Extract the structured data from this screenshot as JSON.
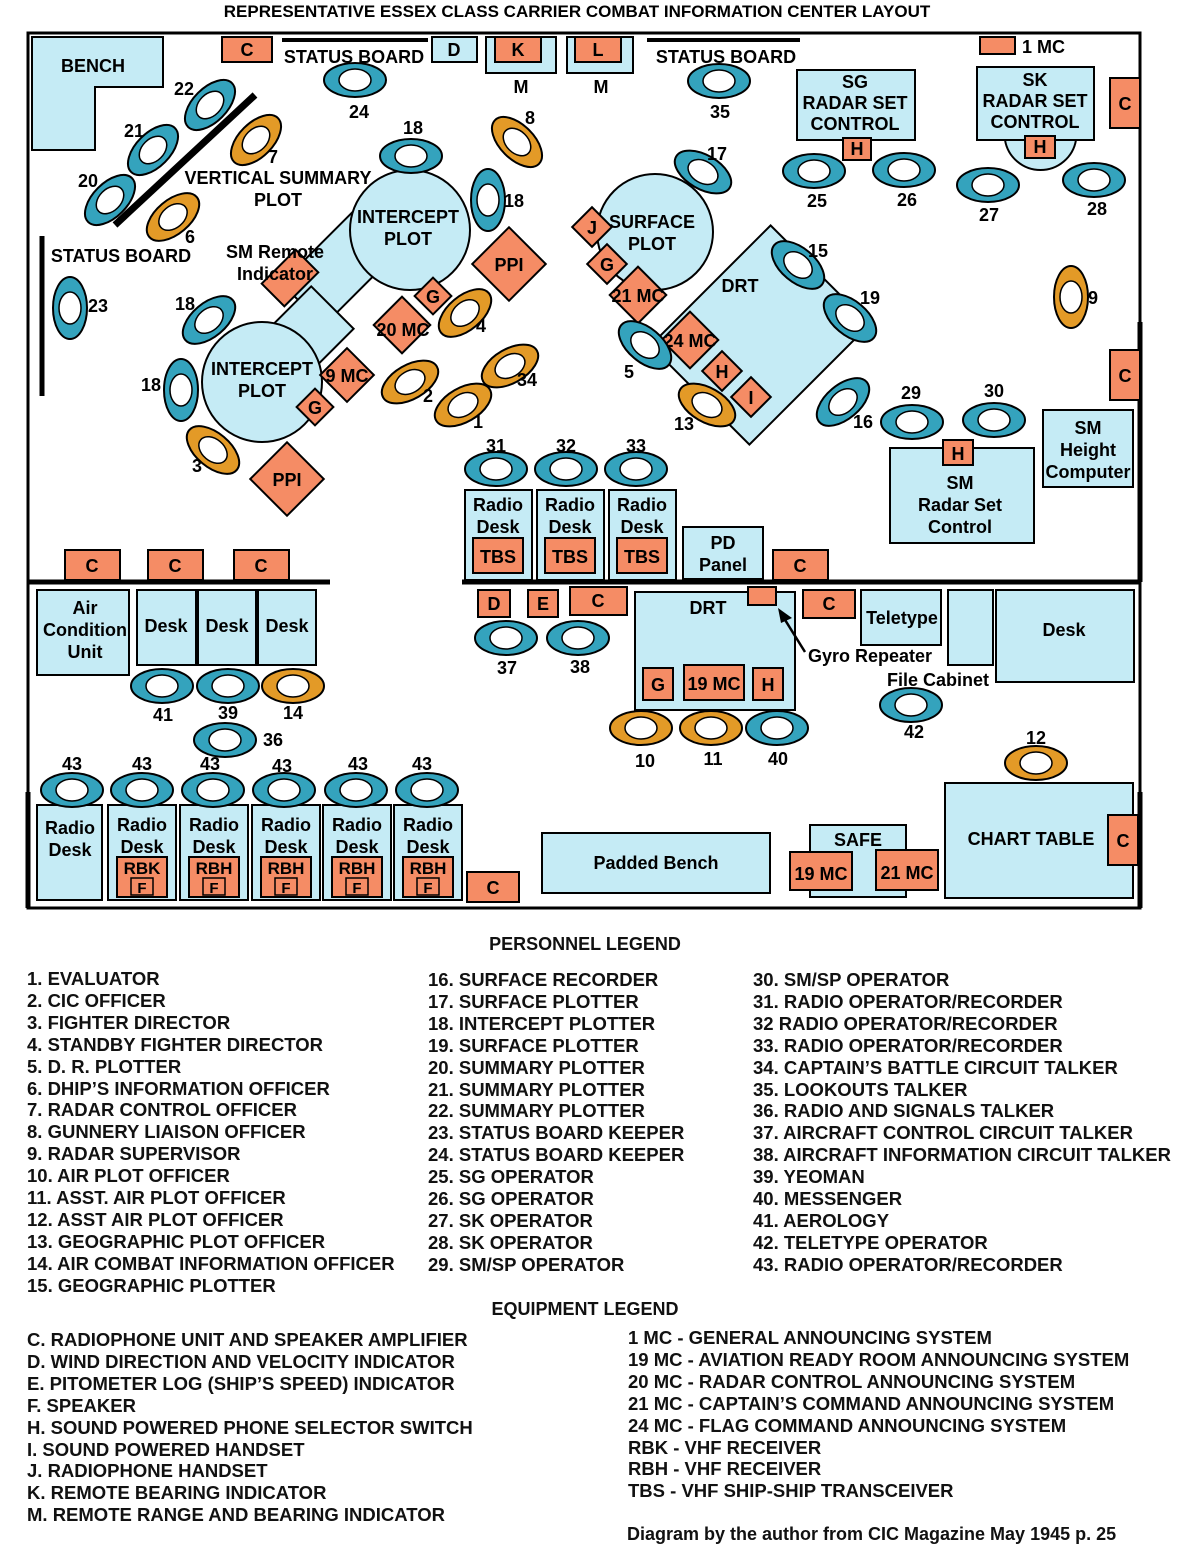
{
  "title": "REPRESENTATIVE ESSEX CLASS CARRIER COMBAT INFORMATION CENTER LAYOUT",
  "colors": {
    "background": "#ffffff",
    "room_fill": "#eaf7fb",
    "equipment": "#c5ebf5",
    "component": "#f58c65",
    "station_blue": "#34a3bd",
    "station_orange": "#e39a27",
    "outline": "#000000"
  },
  "labels": {
    "bench": "BENCH",
    "status_board": "STATUS BOARD",
    "vertical_summary_plot": [
      "VERTICAL SUMMARY",
      "PLOT"
    ],
    "sm_remote_indicator": [
      "SM Remote",
      "Indicator"
    ],
    "intercept_plot": [
      "INTERCEPT",
      "PLOT"
    ],
    "surface_plot": [
      "SURFACE",
      "PLOT"
    ],
    "drt": "DRT",
    "ppi": "PPI",
    "sg_radar_set_control": [
      "SG",
      "RADAR SET",
      "CONTROL"
    ],
    "sk_radar_set_control": [
      "SK",
      "RADAR SET",
      "CONTROL"
    ],
    "sm_radar_set_control": [
      "SM",
      "Radar Set",
      "Control"
    ],
    "sm_height_computer": [
      "SM",
      "Height",
      "Computer"
    ],
    "radio_desk": [
      "Radio",
      "Desk"
    ],
    "tbs": "TBS",
    "pd_panel": [
      "PD",
      "Panel"
    ],
    "air_condition_unit": [
      "Air",
      "Condition",
      "Unit"
    ],
    "desk": "Desk",
    "teletype": "Teletype",
    "gyro_repeater": "Gyro Repeater",
    "file_cabinet": "File Cabinet",
    "padded_bench": "Padded Bench",
    "safe": "SAFE",
    "chart_table": "CHART TABLE",
    "m": "M",
    "letters": {
      "c": "C",
      "d": "D",
      "e": "E",
      "f": "F",
      "g": "G",
      "h": "H",
      "i": "I",
      "j": "J",
      "k": "K",
      "l": "L"
    },
    "mc": {
      "mc1": "1 MC",
      "mc9": "9 MC",
      "mc19": "19 MC",
      "mc20": "20 MC",
      "mc21": "21 MC",
      "mc24": "24 MC"
    },
    "rbk": "RBK",
    "rbh": "RBH"
  },
  "station_numbers": [
    "1",
    "2",
    "3",
    "4",
    "5",
    "6",
    "7",
    "8",
    "9",
    "10",
    "11",
    "12",
    "13",
    "14",
    "15",
    "16",
    "17",
    "18",
    "19",
    "20",
    "21",
    "22",
    "23",
    "24",
    "25",
    "26",
    "27",
    "28",
    "29",
    "30",
    "31",
    "32",
    "33",
    "34",
    "35",
    "36",
    "37",
    "38",
    "39",
    "40",
    "41",
    "42",
    "43"
  ],
  "personnel_legend": {
    "title": "PERSONNEL LEGEND",
    "columns": [
      [
        "1. EVALUATOR",
        "2. CIC OFFICER",
        "3. FIGHTER DIRECTOR",
        "4. STANDBY FIGHTER DIRECTOR",
        "5. D. R. PLOTTER",
        "6. DHIP’S INFORMATION OFFICER",
        "7. RADAR CONTROL OFFICER",
        "8. GUNNERY LIAISON OFFICER",
        "9. RADAR SUPERVISOR",
        "10. AIR PLOT OFFICER",
        "11. ASST. AIR PLOT OFFICER",
        "12. ASST AIR PLOT OFFICER",
        "13. GEOGRAPHIC PLOT OFFICER",
        "14. AIR COMBAT INFORMATION OFFICER",
        "15. GEOGRAPHIC PLOTTER"
      ],
      [
        "16. SURFACE RECORDER",
        "17. SURFACE PLOTTER",
        "18. INTERCEPT PLOTTER",
        "19. SURFACE PLOTTER",
        "20. SUMMARY PLOTTER",
        "21. SUMMARY PLOTTER",
        "22. SUMMARY PLOTTER",
        "23. STATUS BOARD KEEPER",
        "24. STATUS BOARD KEEPER",
        "25. SG OPERATOR",
        "26. SG OPERATOR",
        "27. SK OPERATOR",
        "28. SK OPERATOR",
        "29. SM/SP OPERATOR"
      ],
      [
        "30. SM/SP OPERATOR",
        "31. RADIO OPERATOR/RECORDER",
        "32 RADIO OPERATOR/RECORDER",
        "33. RADIO OPERATOR/RECORDER",
        "34. CAPTAIN’S BATTLE CIRCUIT TALKER",
        "35. LOOKOUTS TALKER",
        "36. RADIO AND SIGNALS TALKER",
        "37. AIRCRAFT CONTROL CIRCUIT TALKER",
        "38. AIRCRAFT INFORMATION CIRCUIT TALKER",
        "39. YEOMAN",
        "40. MESSENGER",
        "41. AEROLOGY",
        "42. TELETYPE OPERATOR",
        "43. RADIO OPERATOR/RECORDER"
      ]
    ]
  },
  "equipment_legend": {
    "title": "EQUIPMENT LEGEND",
    "columns": [
      [
        "C. RADIOPHONE UNIT AND SPEAKER AMPLIFIER",
        "D. WIND DIRECTION AND VELOCITY INDICATOR",
        "E. PITOMETER LOG (SHIP’S SPEED) INDICATOR",
        "F. SPEAKER",
        "H. SOUND POWERED PHONE SELECTOR SWITCH",
        "I. SOUND POWERED HANDSET",
        "J. RADIOPHONE HANDSET",
        "K. REMOTE BEARING INDICATOR",
        "M. REMOTE RANGE AND BEARING INDICATOR"
      ],
      [
        "1 MC - GENERAL ANNOUNCING SYSTEM",
        "19 MC - AVIATION READY ROOM ANNOUNCING SYSTEM",
        "20 MC - RADAR CONTROL ANNOUNCING SYSTEM",
        "21 MC - CAPTAIN’S COMMAND ANNOUNCING SYSTEM",
        "24 MC - FLAG COMMAND ANNOUNCING SYSTEM",
        "RBK - VHF RECEIVER",
        "RBH - VHF RECEIVER",
        "TBS - VHF SHIP-SHIP TRANSCEIVER"
      ]
    ]
  },
  "credit": "Diagram by the author from CIC Magazine May 1945 p. 25"
}
